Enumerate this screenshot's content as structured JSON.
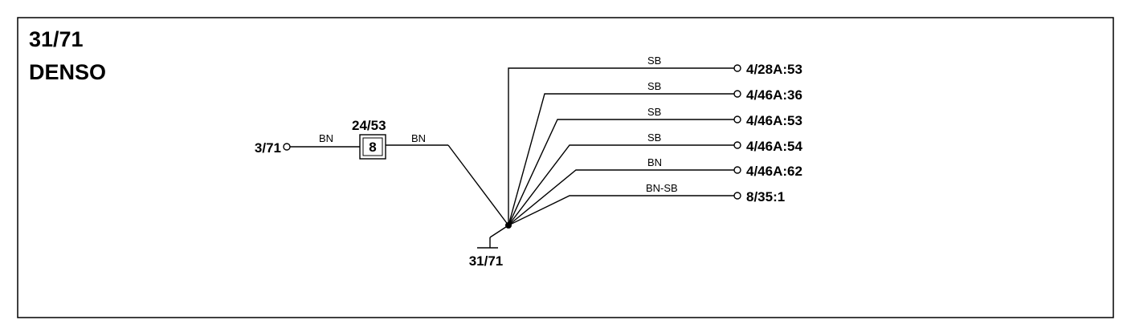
{
  "header": {
    "code": "31/71",
    "name": "DENSO"
  },
  "input": {
    "connector": "3/71",
    "wire_color_in": "BN",
    "component_label": "24/53",
    "component_pin": "8",
    "wire_color_out": "BN"
  },
  "ground": {
    "label": "31/71"
  },
  "branches": [
    {
      "wire_color": "SB",
      "connector": "4/28A:53"
    },
    {
      "wire_color": "SB",
      "connector": "4/46A:36"
    },
    {
      "wire_color": "SB",
      "connector": "4/46A:53"
    },
    {
      "wire_color": "SB",
      "connector": "4/46A:54"
    },
    {
      "wire_color": "BN",
      "connector": "4/46A:62"
    },
    {
      "wire_color": "BN-SB",
      "connector": "8/35:1"
    }
  ]
}
